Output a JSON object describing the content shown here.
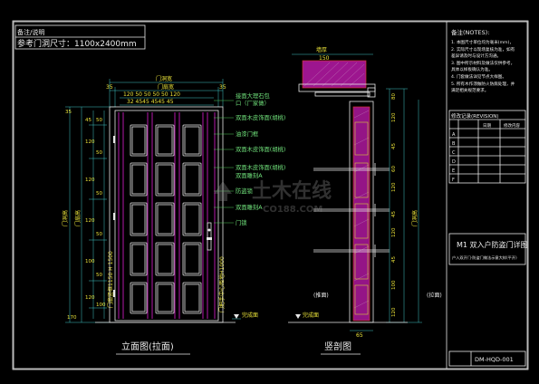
{
  "info_box": {
    "row1": "备注/说明",
    "row2": "参考门洞尺寸：1100x2400mm"
  },
  "elevation": {
    "title": "立面图(拉面)",
    "dims_top": {
      "overall": "门洞宽",
      "inner": "门扇宽",
      "a35": "35",
      "b35": "35",
      "segments": "120  50  50  50  50  120",
      "subsegments": "32  4545  4545  45"
    },
    "dims_left_labels": [
      "35",
      "45",
      "50",
      "120",
      "50",
      "120",
      "50",
      "120",
      "50",
      "100",
      "50",
      "120",
      "100",
      "170"
    ],
    "left_vertical_text": "门洞高",
    "left_inner_text": "门扇高",
    "inner_vertical_texts": [
      "门扇竖框1150 H 1500"
    ],
    "right_vertical_text": "门把手中心距地H1000",
    "floor_label": "完成面",
    "callouts": [
      "接面大理石包",
      "口（厂家做）",
      "双面木皮饰面(胡桃)",
      "油漆门框",
      "双面木皮饰面(胡桃)",
      "双面木皮饰面(胡桃)",
      "双面雕刻A",
      "防盗锁",
      "双面雕刻A",
      "门锁"
    ]
  },
  "section": {
    "title": "竖剖图",
    "top_label": "墙厚",
    "top_dim": "150",
    "bottom_dim": "65",
    "left_note": "(推面)",
    "right_note": "(拉面)",
    "right_dims": [
      "80",
      "120",
      "45",
      "60",
      "120",
      "45",
      "120",
      "45",
      "100",
      "120"
    ]
  },
  "notes": {
    "title": "备注(NOTES):",
    "items": [
      "1. 本图尺寸单位均为毫米(mm)，",
      "2. 实际尺寸以现场复核为准，如有",
      "   差异请及时与设计方沟通。",
      "3. 图中所示材料及做法仅供参考，",
      "   具体以样板确认为准。",
      "4. 门套做法详见节点大样图。",
      "5. 所有木作须做防火防腐处理，并",
      "   满足相关规范要求。"
    ]
  },
  "revision": {
    "header": "修改记录(REVISION)",
    "col_date": "日期",
    "col_content": "修改内容",
    "rows": [
      "A",
      "B",
      "C",
      "D",
      "E",
      "F"
    ]
  },
  "title_block": {
    "main": "M1 双入户防盗门详图",
    "sub": "户入双开门·防盗门做法示意大样(平开)",
    "drawing_no": "DM-HQD-001"
  },
  "watermark": {
    "text": "土木在线",
    "url": "CO188.COM"
  }
}
